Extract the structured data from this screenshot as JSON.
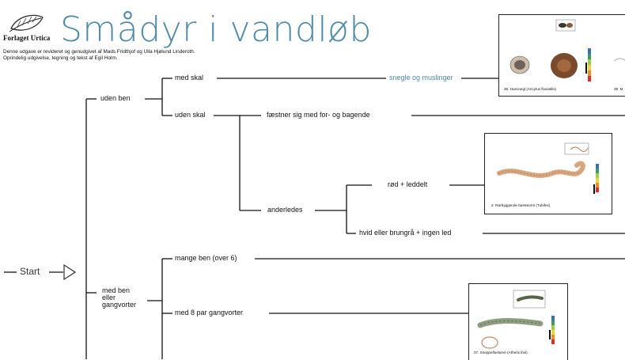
{
  "header": {
    "title": "Smådyr i vandløb",
    "publisher": "Forlaget Urtica",
    "subtitle_line1": "Denne udgave er revideret og genudgivet af Mads Fridthjof og Ulla Hjølund Linderoth.",
    "subtitle_line2": "Oprindelig udgivelse, tegning og tekst af Egil Holm."
  },
  "start": "Start",
  "nodes": {
    "uden_ben": "uden ben",
    "med_skal": "med skal",
    "snegle": "snegle og muslinger",
    "uden_skal": "uden skal",
    "faestner": "fæstner sig med for- og bagende",
    "anderledes": "anderledes",
    "rod": "rød + leddelt",
    "hvid": "hvid eller brungrå + ingen led",
    "med_ben": "med ben eller gangvorter",
    "mange_ben": "mange ben (over 6)",
    "otte_par": "med 8 par gangvorter"
  },
  "cards": {
    "card1": {
      "caption_a": "38. Hueснegl (Ancylus fluviatilis)",
      "caption_b": "39. M"
    },
    "card2": {
      "caption": "2. Rørbyggende børsteorm (Tubifex)"
    },
    "card3": {
      "caption": "37. Sneppefluelarve (Atherix ibis)"
    }
  },
  "colors": {
    "accent": "#4f8aa6",
    "line": "#111111"
  },
  "icons": [
    "leaf-logo-icon",
    "arrow-right-icon"
  ]
}
